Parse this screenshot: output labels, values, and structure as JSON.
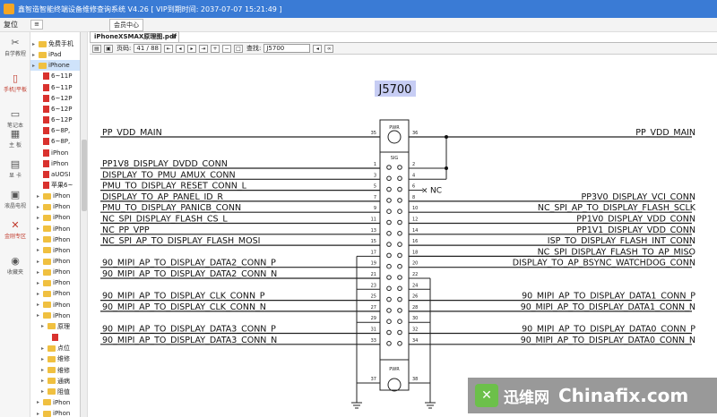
{
  "window": {
    "title": "鑫智造智能终端设备维修查询系统 V4.26 [ VIP到期时间: 2037-07-07 15:21:49 ]"
  },
  "toolbar": {
    "reset": "复位",
    "member_center": "会员中心"
  },
  "nav": [
    {
      "icon": "wrench-icon",
      "label": "自学教程"
    },
    {
      "icon": "phone-icon",
      "label": "手机|平板",
      "active": true
    },
    {
      "icon": "laptop-icon",
      "label": "笔记本"
    },
    {
      "icon": "board-icon",
      "label": "主 板"
    },
    {
      "icon": "card-icon",
      "label": "显 卡"
    },
    {
      "icon": "tv-icon",
      "label": "液晶电视"
    },
    {
      "icon": "tools-icon",
      "label": "金刚专区",
      "active": true
    },
    {
      "icon": "camera-icon",
      "label": "收藏夹"
    }
  ],
  "tree": [
    {
      "indent": 0,
      "type": "folder",
      "label": "免费手机"
    },
    {
      "indent": 0,
      "type": "folder",
      "label": "iPad"
    },
    {
      "indent": 0,
      "type": "folder",
      "label": "iPhone",
      "selected": true
    },
    {
      "indent": 1,
      "type": "pdf",
      "label": "6~11P"
    },
    {
      "indent": 1,
      "type": "pdf",
      "label": "6~11P"
    },
    {
      "indent": 1,
      "type": "pdf",
      "label": "6~12P"
    },
    {
      "indent": 1,
      "type": "pdf",
      "label": "6~12P"
    },
    {
      "indent": 1,
      "type": "pdf",
      "label": "6~12P"
    },
    {
      "indent": 1,
      "type": "pdf",
      "label": "6~8P,"
    },
    {
      "indent": 1,
      "type": "pdf",
      "label": "6~8P,"
    },
    {
      "indent": 1,
      "type": "pdf",
      "label": "iPhon"
    },
    {
      "indent": 1,
      "type": "pdf",
      "label": "iPhon"
    },
    {
      "indent": 1,
      "type": "pdf",
      "label": "aUOSI"
    },
    {
      "indent": 1,
      "type": "pdf",
      "label": "苹果6~"
    },
    {
      "indent": 1,
      "type": "folder",
      "label": "iPhon"
    },
    {
      "indent": 1,
      "type": "folder",
      "label": "iPhon"
    },
    {
      "indent": 1,
      "type": "folder",
      "label": "iPhon"
    },
    {
      "indent": 1,
      "type": "folder",
      "label": "iPhon"
    },
    {
      "indent": 1,
      "type": "folder",
      "label": "iPhon"
    },
    {
      "indent": 1,
      "type": "folder",
      "label": "iPhon"
    },
    {
      "indent": 1,
      "type": "folder",
      "label": "iPhon"
    },
    {
      "indent": 1,
      "type": "folder",
      "label": "iPhon"
    },
    {
      "indent": 1,
      "type": "folder",
      "label": "iPhon"
    },
    {
      "indent": 1,
      "type": "folder",
      "label": "iPhon"
    },
    {
      "indent": 1,
      "type": "folder",
      "label": "iPhon"
    },
    {
      "indent": 1,
      "type": "folder",
      "label": "iPhon"
    },
    {
      "indent": 2,
      "type": "folder",
      "label": "原理"
    },
    {
      "indent": 3,
      "type": "pdf",
      "label": ""
    },
    {
      "indent": 2,
      "type": "folder",
      "label": "点位"
    },
    {
      "indent": 2,
      "type": "folder",
      "label": "维修"
    },
    {
      "indent": 2,
      "type": "folder",
      "label": "维修"
    },
    {
      "indent": 2,
      "type": "folder",
      "label": "通病"
    },
    {
      "indent": 2,
      "type": "folder",
      "label": "阻值"
    },
    {
      "indent": 1,
      "type": "folder",
      "label": "iPhon"
    },
    {
      "indent": 1,
      "type": "folder",
      "label": "iPhon"
    }
  ],
  "document": {
    "tab_label": "iPhoneXSMAX原理图.pdf",
    "page_label": "页码:",
    "page_value": "41 / 88",
    "find_label": "查找:",
    "find_value": "J5700"
  },
  "schematic": {
    "ref": "J5700",
    "top_box_label": "PWR",
    "sig_label": "SIG",
    "bottom_box_label": "PWR",
    "nc_label": "NC",
    "left_nets": [
      {
        "pin": "35",
        "name": "PP_VDD_MAIN"
      },
      {
        "pin": "1",
        "name": "PP1V8_DISPLAY_DVDD_CONN"
      },
      {
        "pin": "3",
        "name": "DISPLAY_TO_PMU_AMUX_CONN"
      },
      {
        "pin": "5",
        "name": "PMU_TO_DISPLAY_RESET_CONN_L"
      },
      {
        "pin": "7",
        "name": "DISPLAY_TO_AP_PANEL_ID_R"
      },
      {
        "pin": "9",
        "name": "PMU_TO_DISPLAY_PANICB_CONN"
      },
      {
        "pin": "11",
        "name": "NC_SPI_DISPLAY_FLASH_CS_L"
      },
      {
        "pin": "13",
        "name": "NC_PP_VPP"
      },
      {
        "pin": "15",
        "name": "NC_SPI_AP_TO_DISPLAY_FLASH_MOSI"
      },
      {
        "pin": "17",
        "name": ""
      },
      {
        "pin": "19",
        "name": "90_MIPI_AP_TO_DISPLAY_DATA2_CONN_P"
      },
      {
        "pin": "21",
        "name": "90_MIPI_AP_TO_DISPLAY_DATA2_CONN_N"
      },
      {
        "pin": "23",
        "name": ""
      },
      {
        "pin": "25",
        "name": "90_MIPI_AP_TO_DISPLAY_CLK_CONN_P"
      },
      {
        "pin": "27",
        "name": "90_MIPI_AP_TO_DISPLAY_CLK_CONN_N"
      },
      {
        "pin": "29",
        "name": ""
      },
      {
        "pin": "31",
        "name": "90_MIPI_AP_TO_DISPLAY_DATA3_CONN_P"
      },
      {
        "pin": "33",
        "name": "90_MIPI_AP_TO_DISPLAY_DATA3_CONN_N"
      },
      {
        "pin": "37",
        "name": ""
      }
    ],
    "right_nets": [
      {
        "pin": "36",
        "name": "PP_VDD_MAIN"
      },
      {
        "pin": "2",
        "name": ""
      },
      {
        "pin": "4",
        "name": ""
      },
      {
        "pin": "6",
        "name": ""
      },
      {
        "pin": "8",
        "name": "PP3V0_DISPLAY_VCI_CONN"
      },
      {
        "pin": "10",
        "name": "NC_SPI_AP_TO_DISPLAY_FLASH_SCLK"
      },
      {
        "pin": "12",
        "name": "PP1V0_DISPLAY_VDD_CONN"
      },
      {
        "pin": "14",
        "name": "PP1V1_DISPLAY_VDD_CONN"
      },
      {
        "pin": "16",
        "name": "ISP_TO_DISPLAY_FLASH_INT_CONN"
      },
      {
        "pin": "18",
        "name": "NC_SPI_DISPLAY_FLASH_TO_AP_MISO"
      },
      {
        "pin": "20",
        "name": "DISPLAY_TO_AP_BSYNC_WATCHDOG_CONN"
      },
      {
        "pin": "22",
        "name": ""
      },
      {
        "pin": "24",
        "name": ""
      },
      {
        "pin": "26",
        "name": "90_MIPI_AP_TO_DISPLAY_DATA1_CONN_P"
      },
      {
        "pin": "28",
        "name": "90_MIPI_AP_TO_DISPLAY_DATA1_CONN_N"
      },
      {
        "pin": "30",
        "name": ""
      },
      {
        "pin": "32",
        "name": "90_MIPI_AP_TO_DISPLAY_DATA0_CONN_P"
      },
      {
        "pin": "34",
        "name": "90_MIPI_AP_TO_DISPLAY_DATA0_CONN_N"
      },
      {
        "pin": "38",
        "name": ""
      }
    ]
  },
  "watermark": {
    "cn": "迅维网",
    "en": "Chinafix.com"
  }
}
